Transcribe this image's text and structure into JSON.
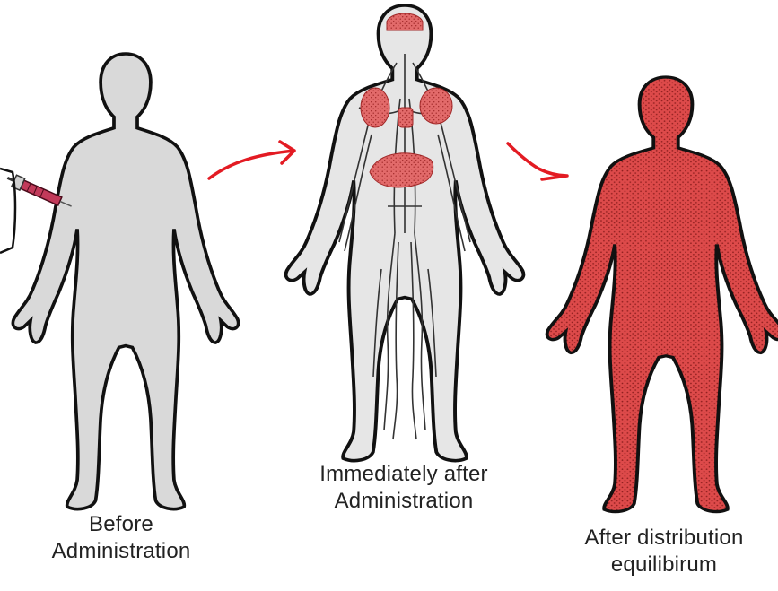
{
  "figures": [
    {
      "id": "before",
      "caption_lines": [
        "Before",
        "Administration"
      ],
      "fill_color": "#d9d9d9"
    },
    {
      "id": "immediate",
      "caption_lines": [
        "Immediately after",
        "Administration"
      ],
      "fill_color": "#e6e6e6",
      "organ_color": "#e05a5a"
    },
    {
      "id": "after",
      "caption_lines": [
        "After distribution",
        "equilibirum"
      ],
      "fill_color": "#dd4a4a"
    }
  ],
  "colors": {
    "outline": "#111111",
    "arrow": "#e31b23",
    "vessel": "#333333",
    "dot": "#8f1f1f"
  },
  "icons": {
    "syringe": "syringe-icon",
    "arrow_1": "curved-arrow-icon",
    "arrow_2": "curved-arrow-icon"
  }
}
